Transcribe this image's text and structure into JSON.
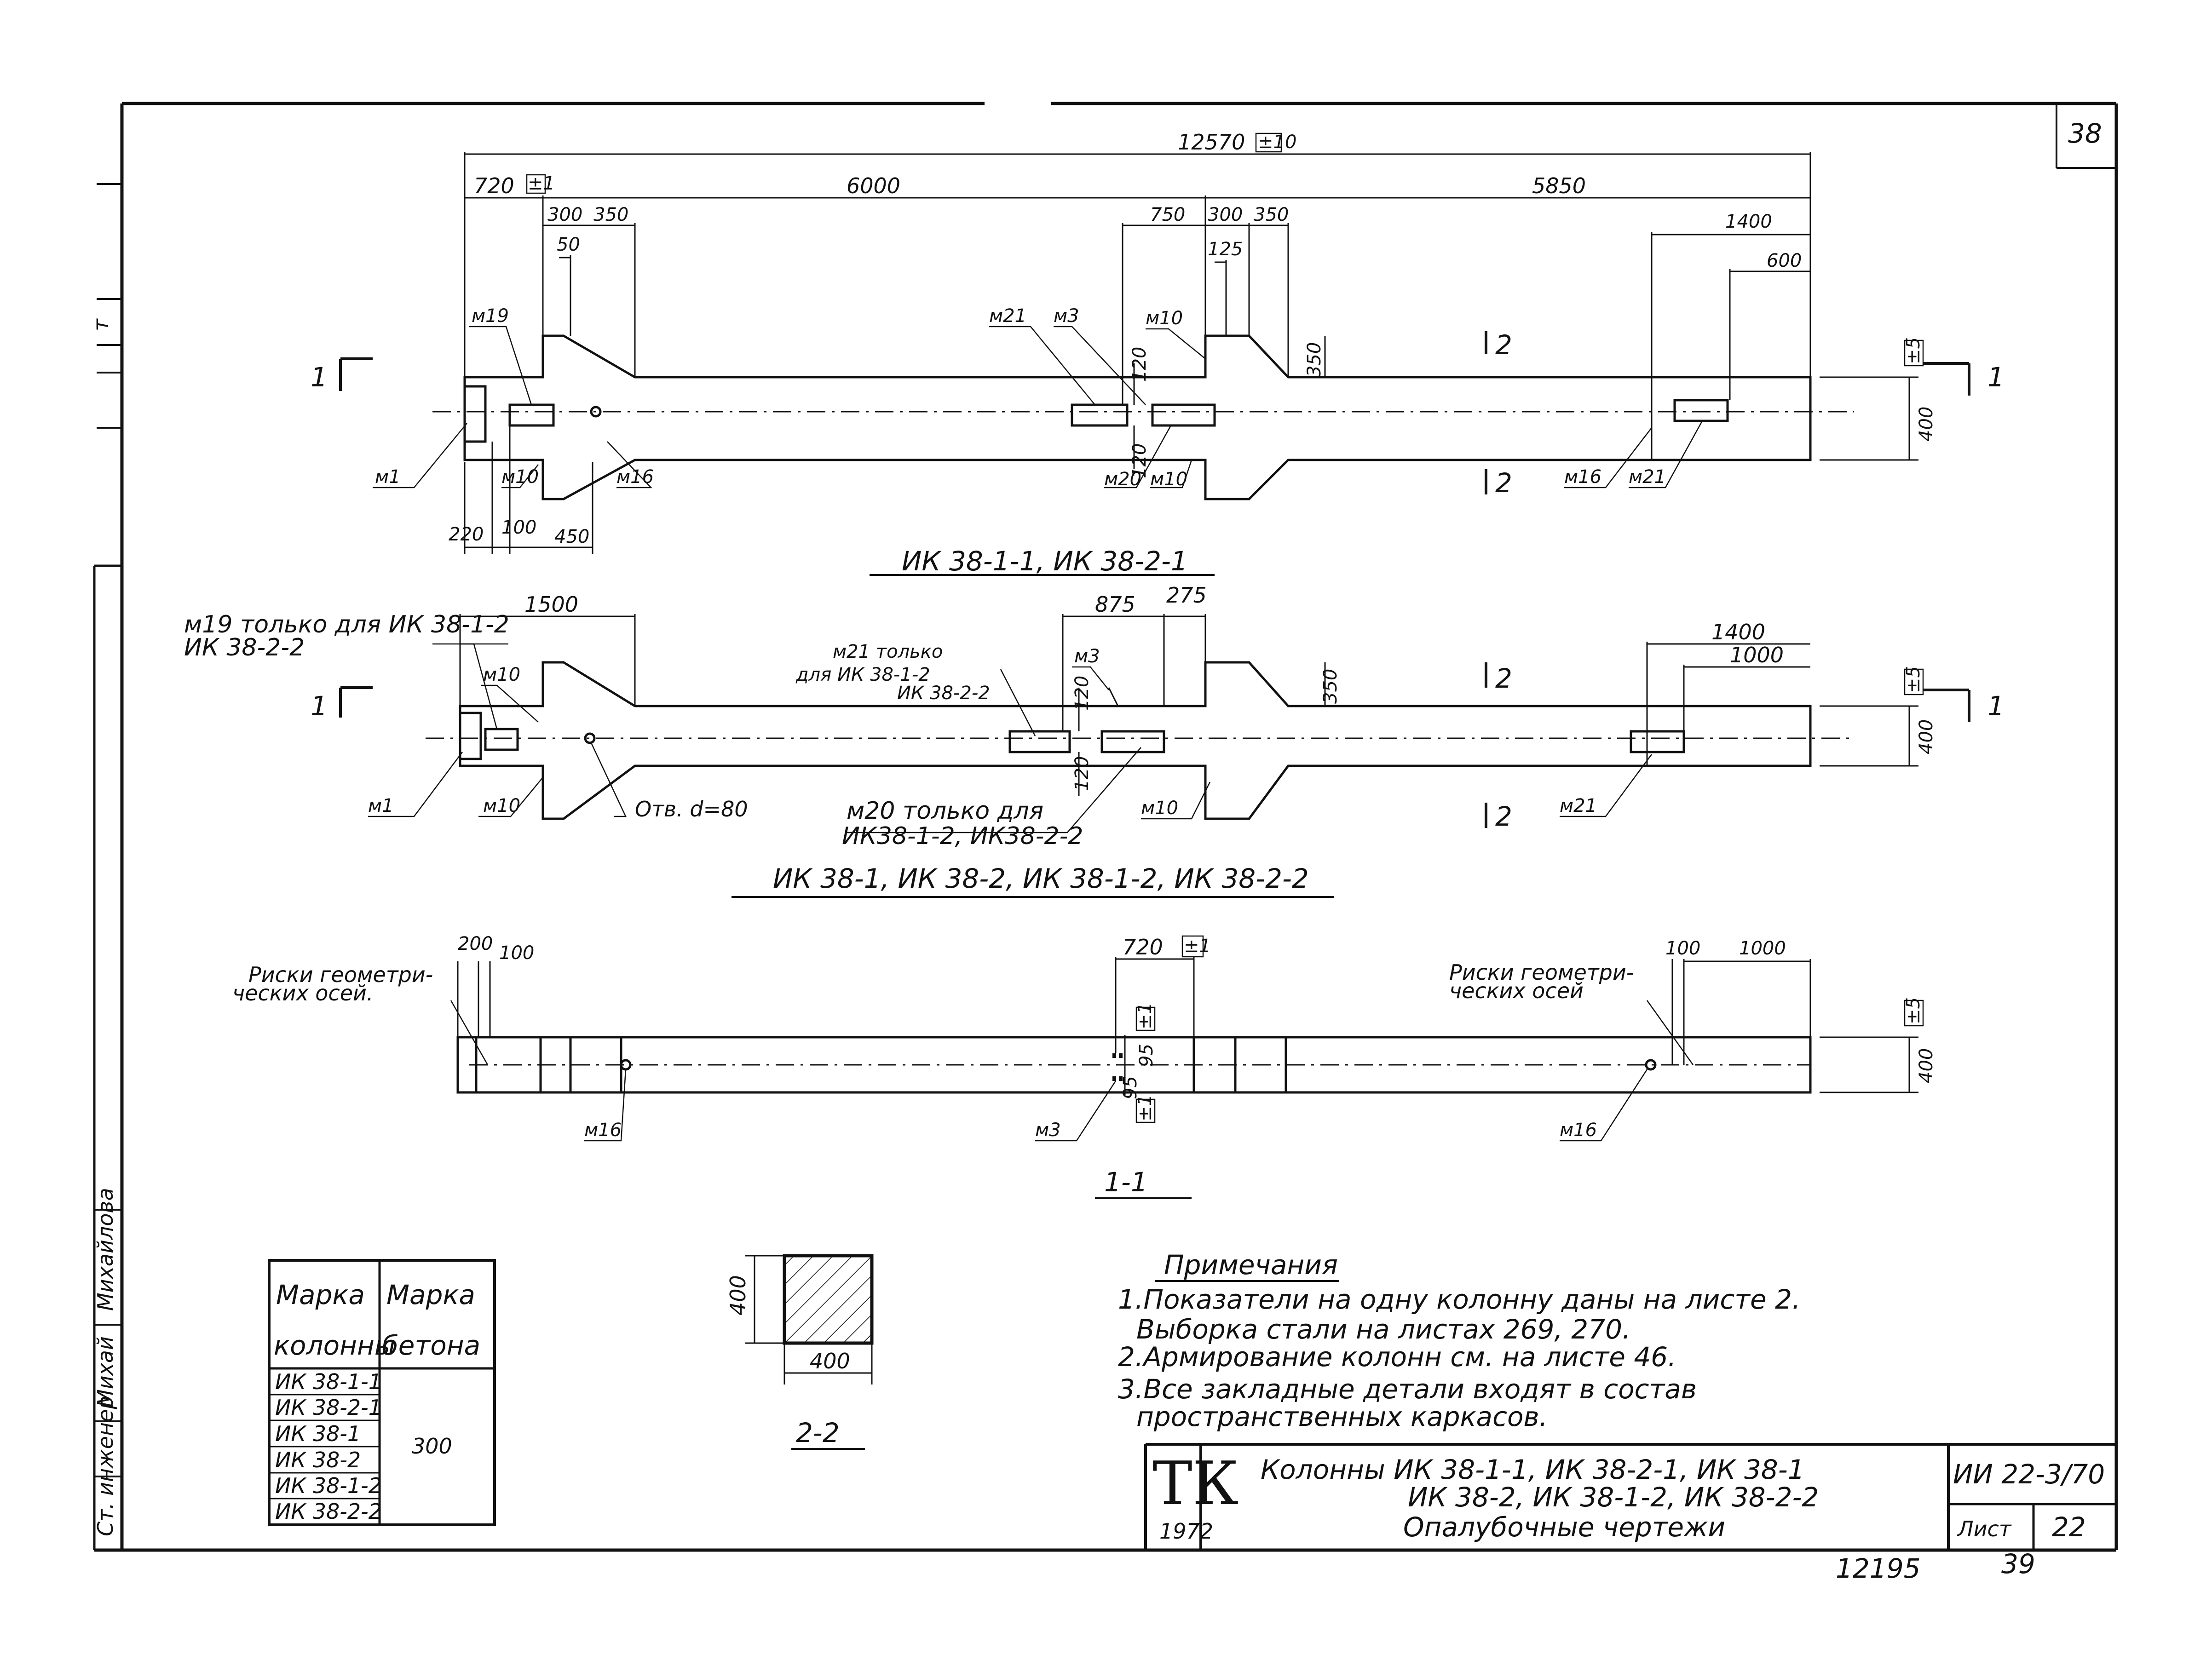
{
  "sheet_number": "38",
  "views": {
    "top": {
      "caption": "ИК 38-1-1, ИК 38-2-1",
      "dims": {
        "overall": "12570",
        "overall_tol": "±10",
        "d720": "720",
        "d720_tol": "±1",
        "d6000": "6000",
        "d5850": "5850",
        "d300a": "300",
        "d350a": "350",
        "d50": "50",
        "d750": "750",
        "d300b": "300",
        "d350b": "350",
        "d125": "125",
        "d1400": "1400",
        "d600": "600",
        "d120a": "120",
        "d120b": "120",
        "d350h": "350",
        "d400": "400",
        "tol5": "±5",
        "d220": "220",
        "d100": "100",
        "d450": "450"
      },
      "labels": {
        "m19": "м19",
        "m21a": "м21",
        "m3": "м3",
        "m10a": "м10",
        "m1": "м1",
        "m10b": "м10",
        "m16a": "м16",
        "m20": "м20",
        "m10c": "м10",
        "m16b": "м16",
        "m21b": "м21"
      },
      "section_1_left": "1",
      "section_1_right": "1",
      "section_2_top": "2",
      "section_2_bottom": "2"
    },
    "middle": {
      "caption": "ИК 38-1, ИК 38-2, ИК 38-1-2, ИК 38-2-2",
      "dims": {
        "d1500": "1500",
        "d875": "875",
        "d275": "275",
        "d1400": "1400",
        "d1000": "1000",
        "d120a": "120",
        "d120b": "120",
        "d350h": "350",
        "d400": "400",
        "tol5": "±5"
      },
      "labels": {
        "m19_note_1": "м19 только для ИК 38-1-2",
        "m19_note_2": "ИК 38-2-2",
        "m10a": "м10",
        "m21_note_1": "м21 только",
        "m21_note_2": "для ИК 38-1-2",
        "m21_note_3": "ИК 38-2-2",
        "m3": "м3",
        "m1": "м1",
        "m10b": "м10",
        "hole": "Отв. d=80",
        "m20_note_1": "м20 только для",
        "m20_note_2": "ИК38-1-2, ИК38-2-2",
        "m10c": "м10",
        "m21": "м21"
      },
      "section_1_left": "1",
      "section_1_right": "1",
      "section_2_top": "2",
      "section_2_bottom": "2"
    },
    "bottom": {
      "caption": "1-1",
      "dims": {
        "d200": "200",
        "d100a": "100",
        "d720": "720",
        "d720_tol": "±1",
        "d100b": "100",
        "d1000": "1000",
        "d95a": "95",
        "d95b": "95",
        "tol1a": "±1",
        "tol1b": "±1",
        "tol5": "±5",
        "d400": "400"
      },
      "labels": {
        "risks_left_1": "Риски геометри-",
        "risks_left_2": "ческих осей.",
        "risks_right_1": "Риски геометри-",
        "risks_right_2": "ческих осей",
        "m16a": "м16",
        "m3": "м3",
        "m16b": "м16"
      }
    },
    "section22": {
      "caption": "2-2",
      "dim_h": "400",
      "dim_w": "400"
    }
  },
  "concrete_table": {
    "headers": [
      "Марка колонны",
      "Марка бетона"
    ],
    "header_lines": [
      [
        "Марка",
        "колонны"
      ],
      [
        "Марка",
        "бетона"
      ]
    ],
    "rows": [
      "ИК 38-1-1",
      "ИК 38-2-1",
      "ИК 38-1",
      "ИК 38-2",
      "ИК 38-1-2",
      "ИК 38-2-2"
    ],
    "concrete": "300"
  },
  "notes": {
    "heading": "Примечания",
    "lines": [
      "1.Показатели на одну колонну даны на листе 2.",
      "Выборка стали на листах 269, 270.",
      "2.Армирование колонн см. на листе 46.",
      "3.Все закладные детали входят в состав",
      "пространственных каркасов."
    ]
  },
  "title_block": {
    "logo": "ТК",
    "year": "1972",
    "title_lines": [
      "Колонны ИК 38-1-1, ИК 38-2-1, ИК 38-1",
      "ИК 38-2, ИК 38-1-2, ИК 38-2-2",
      "Опалубочные чертежи"
    ],
    "series": "ИИ 22-3/70",
    "sheet_label": "Лист",
    "sheet": "22"
  },
  "footer": {
    "left": "12195",
    "right": "39"
  },
  "stamp": {
    "role1": "Ст. инженер",
    "name1": "Михайлова",
    "signature": "Михай",
    "mark": "т"
  }
}
